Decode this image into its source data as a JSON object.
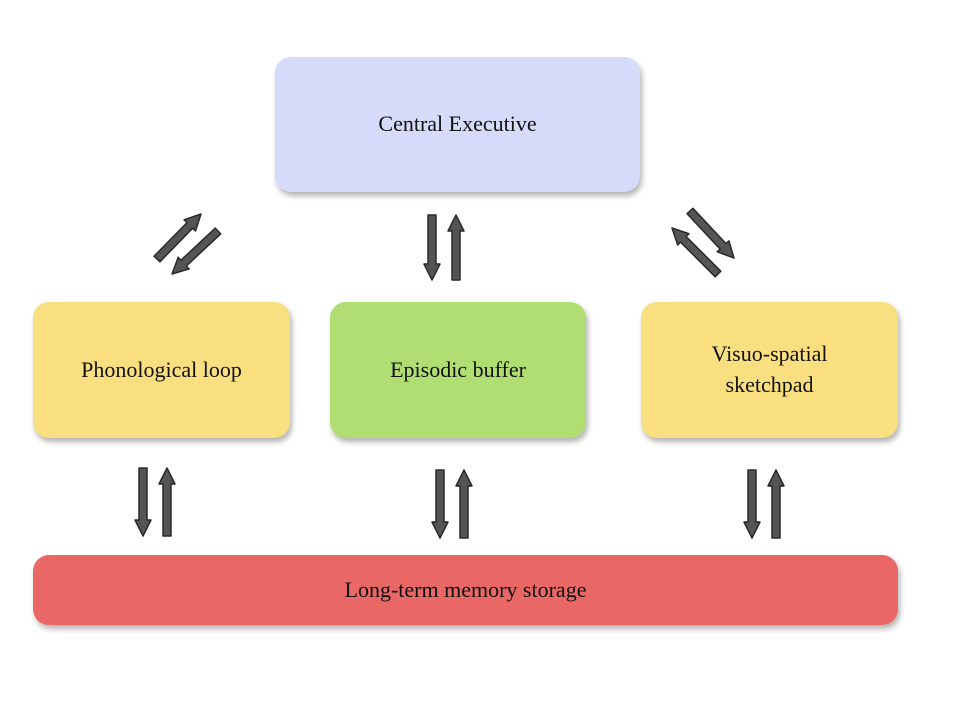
{
  "diagram": {
    "central_executive": {
      "label": "Central Executive",
      "color": "#d6dbf9"
    },
    "phonological_loop": {
      "label": "Phonological loop",
      "color": "#f9df80"
    },
    "episodic_buffer": {
      "label": "Episodic buffer",
      "color": "#b0de72"
    },
    "visuo_spatial": {
      "label_line1": "Visuo-spatial",
      "label_line2": "sketchpad",
      "color": "#f9df80"
    },
    "long_term_memory": {
      "label": "Long-term memory storage",
      "color": "#e96866"
    },
    "arrow_color": "#555555"
  }
}
